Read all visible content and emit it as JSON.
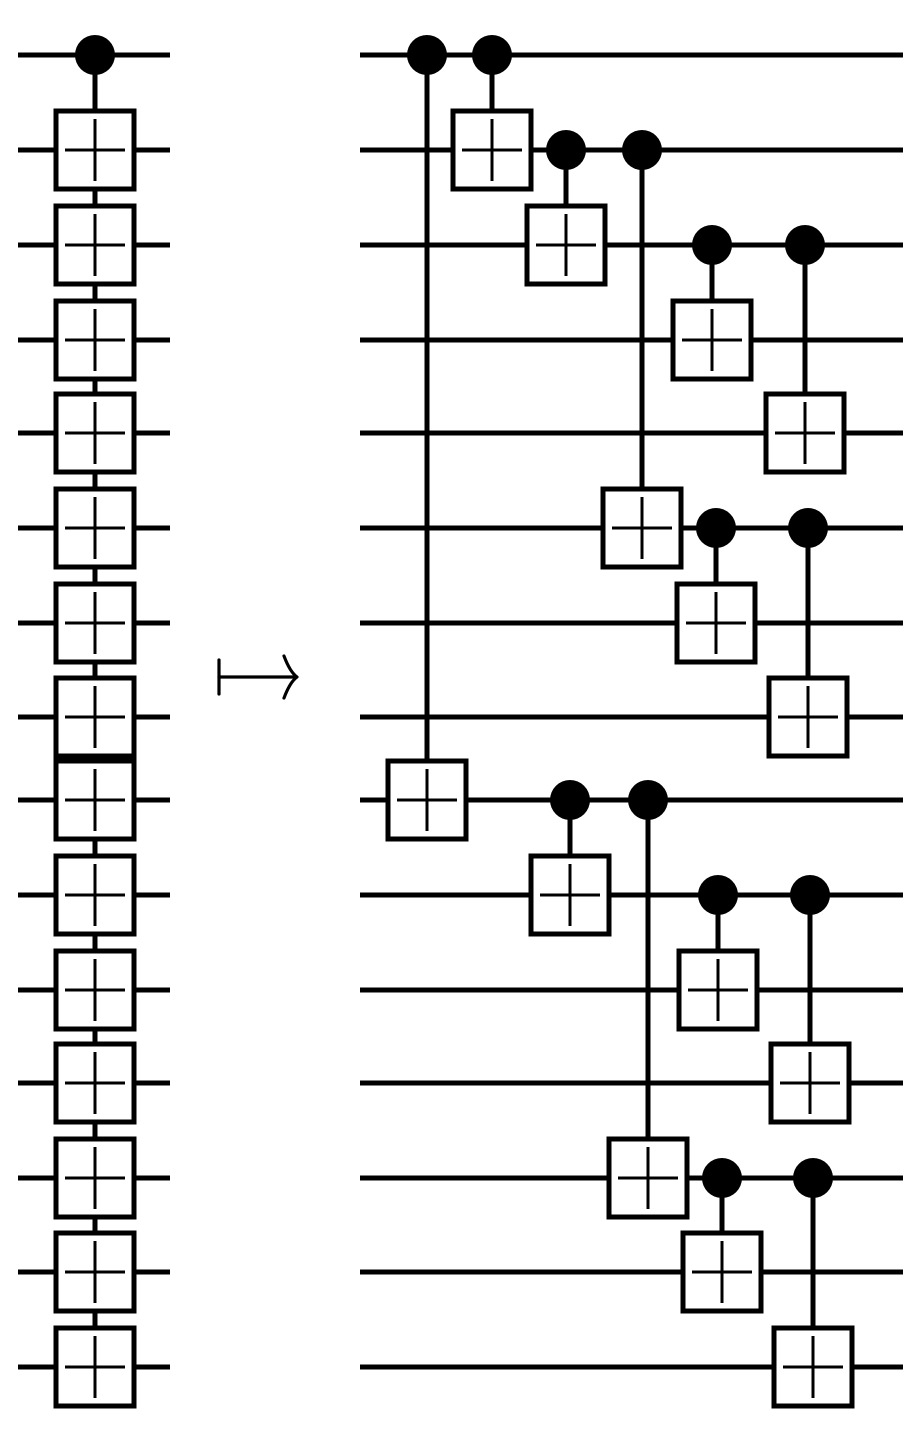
{
  "diagram": {
    "type": "quantum-circuit-equivalence",
    "qubit_count": 15,
    "arrow_symbol": "mapsto",
    "left_circuit": {
      "name": "fanout",
      "gates": [
        {
          "control": 0,
          "targets": [
            1,
            2,
            3,
            4,
            5,
            6,
            7,
            8,
            9,
            10,
            11,
            12,
            13,
            14
          ]
        }
      ]
    },
    "right_circuit": {
      "name": "log-depth-cnot-tree",
      "gates": [
        {
          "control": 0,
          "target": 8
        },
        {
          "control": 0,
          "target": 1
        },
        {
          "control": 1,
          "target": 2
        },
        {
          "control": 8,
          "target": 9
        },
        {
          "control": 1,
          "target": 5
        },
        {
          "control": 8,
          "target": 12
        },
        {
          "control": 2,
          "target": 3
        },
        {
          "control": 5,
          "target": 6
        },
        {
          "control": 9,
          "target": 10
        },
        {
          "control": 12,
          "target": 13
        },
        {
          "control": 2,
          "target": 4
        },
        {
          "control": 5,
          "target": 7
        },
        {
          "control": 9,
          "target": 11
        },
        {
          "control": 12,
          "target": 14
        }
      ]
    }
  }
}
